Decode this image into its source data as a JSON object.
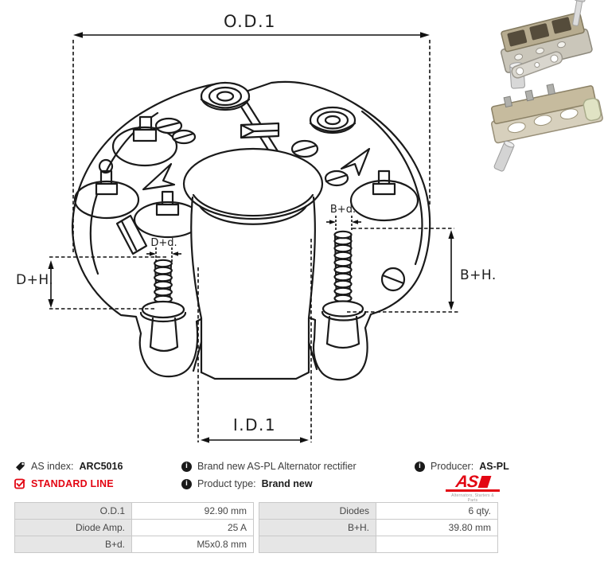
{
  "drawing": {
    "dim_labels": {
      "od1": "O.D.1",
      "id1": "I.D.1",
      "dh": "D+H.",
      "bh": "B+H.",
      "dd": "D+d.",
      "bd": "B+d."
    }
  },
  "info": {
    "as_index_label": "AS index:",
    "as_index_value": "ARC5016",
    "standard_line": "STANDARD LINE",
    "description": "Brand new AS-PL Alternator rectifier",
    "product_type_label": "Product type:",
    "product_type_value": "Brand new",
    "producer_label": "Producer:",
    "producer_value": "AS-PL",
    "logo_text": "AS",
    "logo_tagline": "Alternators, Starters & Parts"
  },
  "icons": {
    "as_index": "tag-icon",
    "description": "info-icon",
    "producer": "info-icon",
    "product_type": "info-icon",
    "standard_line": "checkbox-checked-icon"
  },
  "colors": {
    "accent_red": "#e30613",
    "drawing_stroke": "#1a1a1a",
    "table_label_bg": "#e6e6e6",
    "table_border": "#c9c9c9"
  },
  "table": {
    "left_rows": [
      {
        "label": "O.D.1",
        "value": "92.90 mm"
      },
      {
        "label": "Diode Amp.",
        "value": "25 A"
      },
      {
        "label": "B+d.",
        "value": "M5x0.8 mm"
      }
    ],
    "right_rows": [
      {
        "label": "Diodes",
        "value": "6 qty."
      },
      {
        "label": "B+H.",
        "value": "39.80 mm"
      },
      {
        "label": "",
        "value": ""
      }
    ]
  }
}
